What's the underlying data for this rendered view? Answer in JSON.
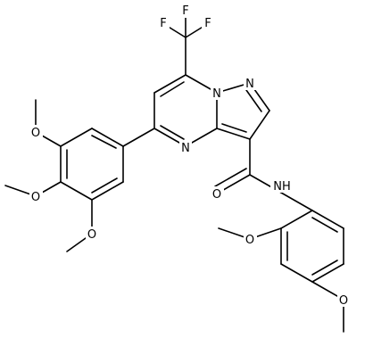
{
  "structure": {
    "atom_labels": {
      "f1": "F",
      "f2": "F",
      "f3": "F",
      "n_bridge": "N",
      "n_pyrazole": "N",
      "n_pyrimidine": "N",
      "o_carbonyl": "O",
      "nh_amide": "NH",
      "o_meta_top": "O",
      "o_para": "O",
      "o_meta_bottom": "O",
      "o_ortho": "O",
      "o_para_right": "O"
    }
  }
}
